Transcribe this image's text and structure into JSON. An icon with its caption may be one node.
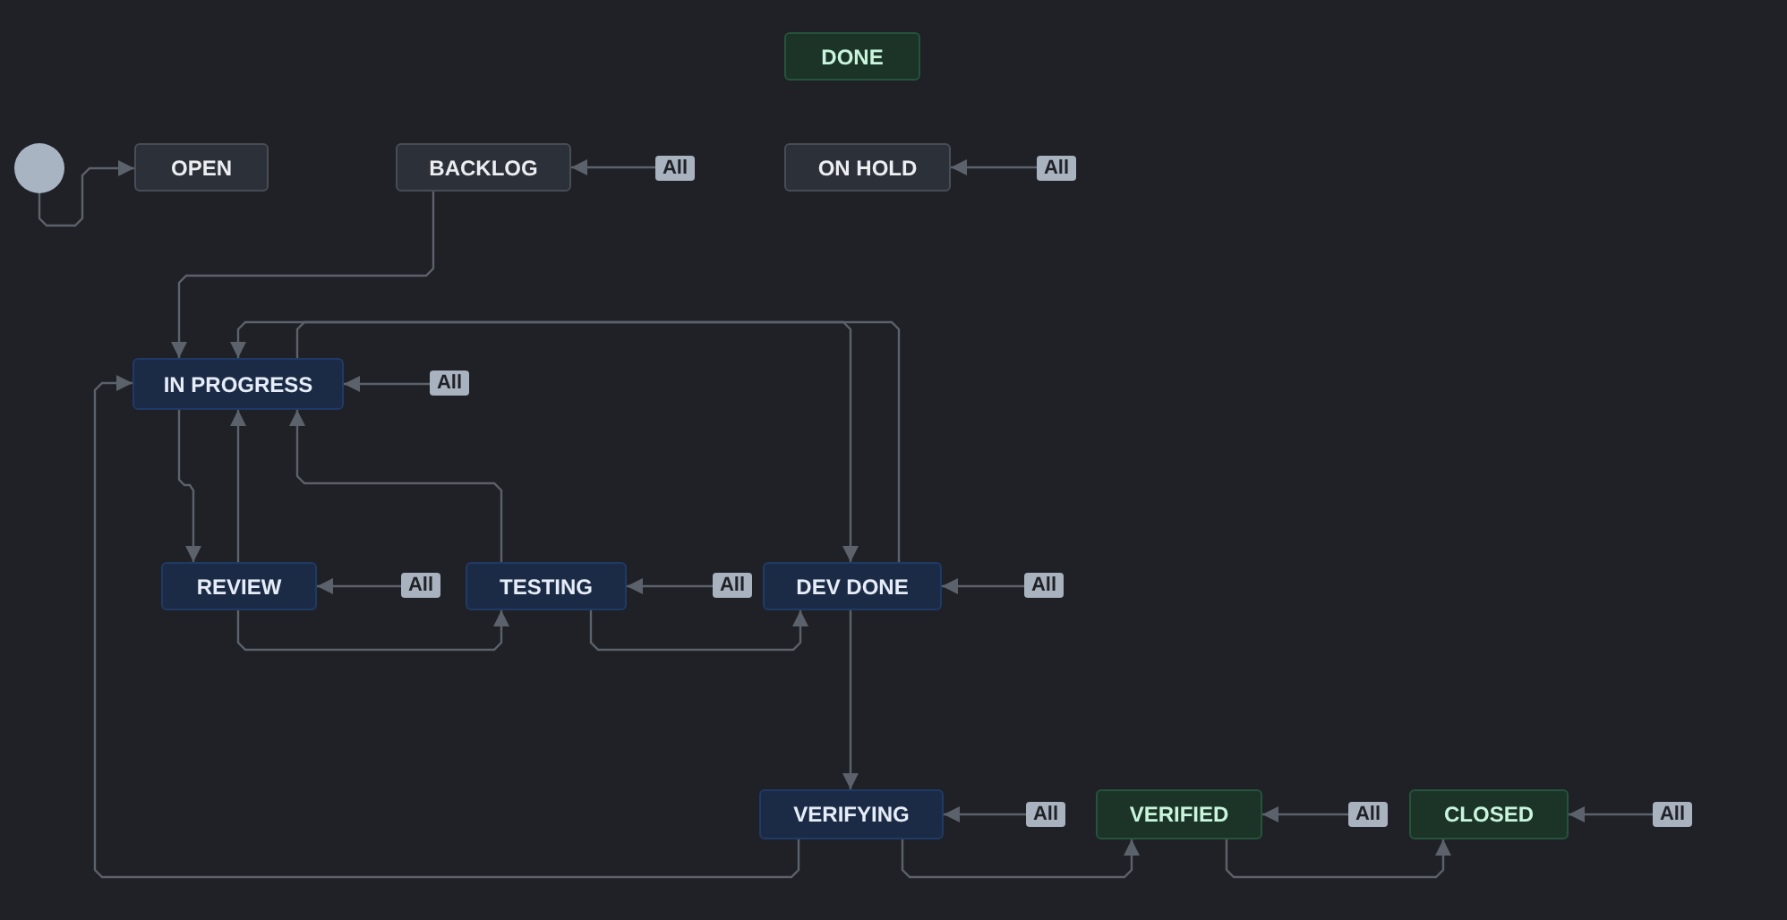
{
  "diagram": {
    "nodes": [
      {
        "text": [
          "DONE"
        ]
      },
      {
        "text": [],
        "shape": "circle"
      },
      {
        "text": [
          "OPEN"
        ]
      },
      {
        "text": [
          "BACKLOG"
        ]
      },
      {
        "text": [
          "All"
        ]
      },
      {
        "text": [
          "ON HOLD"
        ]
      },
      {
        "text": [
          "All"
        ]
      },
      {
        "text": [
          "IN PROGRESS"
        ]
      },
      {
        "text": [
          "All"
        ]
      },
      {
        "text": [
          "REVIEW"
        ]
      },
      {
        "text": [
          "All"
        ]
      },
      {
        "text": [
          "TESTING"
        ]
      },
      {
        "text": [
          "All"
        ]
      },
      {
        "text": [
          "DEV DONE"
        ]
      },
      {
        "text": [
          "All"
        ]
      },
      {
        "text": [
          "VERIFYING"
        ]
      },
      {
        "text": [
          "All"
        ]
      },
      {
        "text": [
          "VERIFIED"
        ]
      },
      {
        "text": [
          "All"
        ]
      },
      {
        "text": [
          "CLOSED"
        ]
      },
      {
        "text": [
          "All"
        ]
      }
    ],
    "edges": [
      {
        "from": 1,
        "to": 2,
        "arrow": "to"
      },
      {
        "from": 4,
        "to": 3,
        "arrow": "to"
      },
      {
        "from": 6,
        "to": 5,
        "arrow": "to"
      },
      {
        "from": 3,
        "to": 7,
        "arrow": "to"
      },
      {
        "from": 8,
        "to": 7,
        "arrow": "to"
      },
      {
        "from": 13,
        "to": 7,
        "arrow": "to"
      },
      {
        "from": 7,
        "to": 13,
        "arrow": "to"
      },
      {
        "from": 7,
        "to": 9,
        "arrow": "to"
      },
      {
        "from": 9,
        "to": 7,
        "arrow": "to"
      },
      {
        "from": 11,
        "to": 7,
        "arrow": "to"
      },
      {
        "from": 10,
        "to": 9,
        "arrow": "to"
      },
      {
        "from": 12,
        "to": 11,
        "arrow": "to"
      },
      {
        "from": 14,
        "to": 13,
        "arrow": "to"
      },
      {
        "from": 9,
        "to": 11,
        "arrow": "to"
      },
      {
        "from": 11,
        "to": 13,
        "arrow": "to"
      },
      {
        "from": 13,
        "to": 15,
        "arrow": "to"
      },
      {
        "from": 15,
        "to": 7,
        "arrow": "to"
      },
      {
        "from": 16,
        "to": 15,
        "arrow": "to"
      },
      {
        "from": 15,
        "to": 17,
        "arrow": "to"
      },
      {
        "from": 18,
        "to": 17,
        "arrow": "to"
      },
      {
        "from": 17,
        "to": 19,
        "arrow": "to"
      },
      {
        "from": 20,
        "to": 19,
        "arrow": "to"
      }
    ]
  }
}
